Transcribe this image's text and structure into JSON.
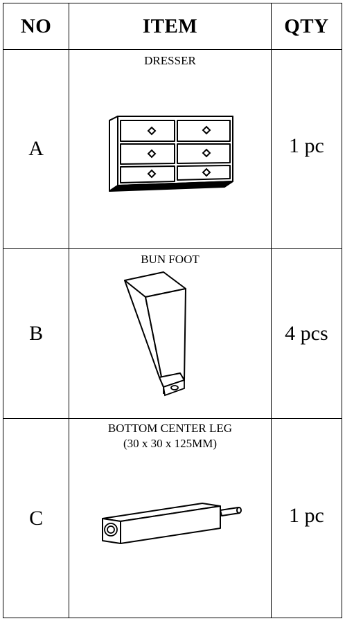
{
  "table": {
    "headers": {
      "no": "NO",
      "item": "ITEM",
      "qty": "QTY"
    },
    "rows": [
      {
        "no": "A",
        "item": "DRESSER",
        "detail": "",
        "qty": "1 pc",
        "illustration": "dresser-illustration"
      },
      {
        "no": "B",
        "item": "BUN FOOT",
        "detail": "",
        "qty": "4 pcs",
        "illustration": "bun-foot-illustration"
      },
      {
        "no": "C",
        "item": "BOTTOM CENTER LEG",
        "detail": "(30 x 30 x 125MM)",
        "qty": "1 pc",
        "illustration": "center-leg-illustration"
      }
    ]
  }
}
